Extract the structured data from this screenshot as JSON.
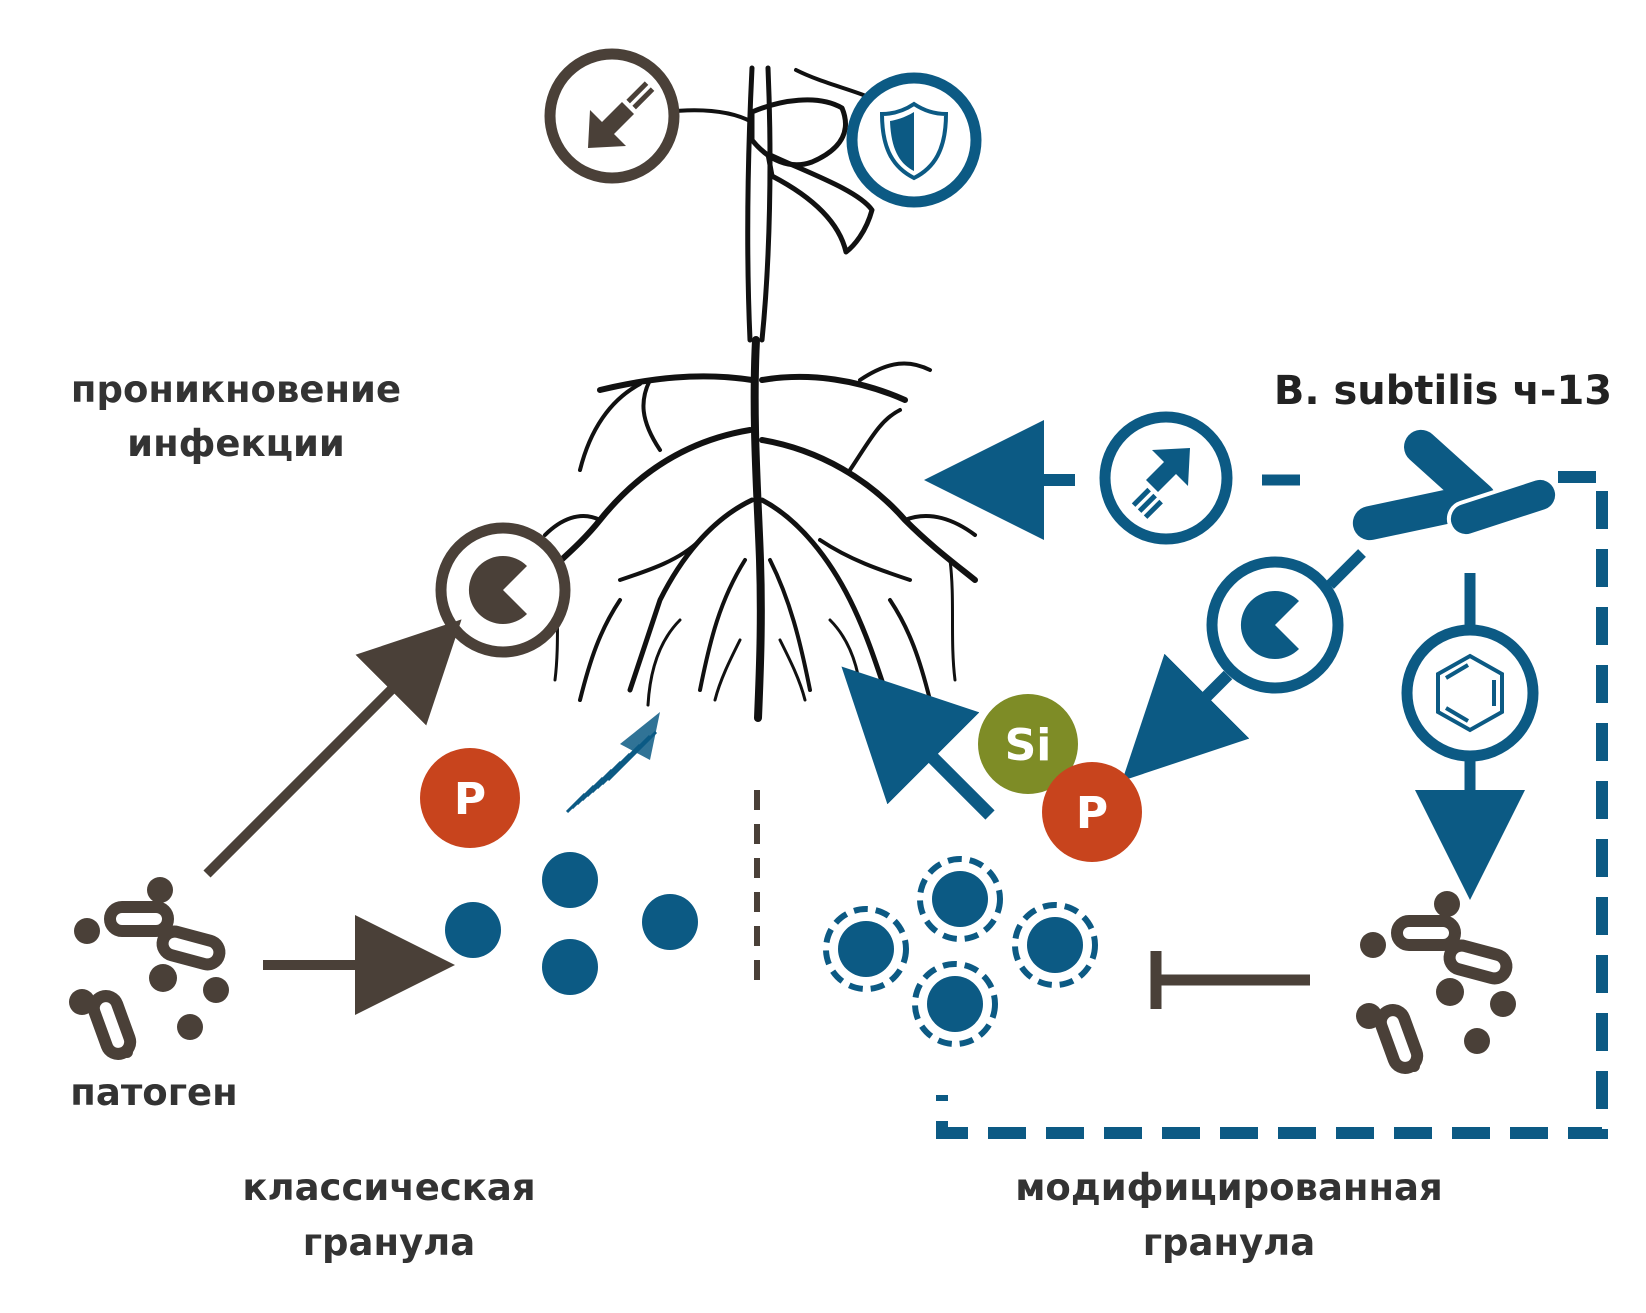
{
  "labels": {
    "infection_line1": "проникновение",
    "infection_line2": "инфекции",
    "bacterium": "B. subtilis ч-13",
    "pathogen": "патоген",
    "classic_line1": "классическая",
    "classic_line2": "гранула",
    "modified_line1": "модифицированная",
    "modified_line2": "гранула"
  },
  "chips": {
    "phosphorus": "P",
    "silicon": "Si"
  },
  "colors": {
    "brown": "#4a4038",
    "blue": "#0c5a84",
    "orange": "#c8441d",
    "olive": "#7e8c26",
    "black": "#111111"
  },
  "icons": {
    "growth_down": "arrow-down-left-icon",
    "protection": "shield-icon",
    "degradation": "pacman-icon",
    "growth_up": "arrow-up-right-icon",
    "metabolite": "benzene-ring-icon",
    "bacteria": "rod-bacteria-icon",
    "pathogen": "pathogen-cluster-icon"
  }
}
